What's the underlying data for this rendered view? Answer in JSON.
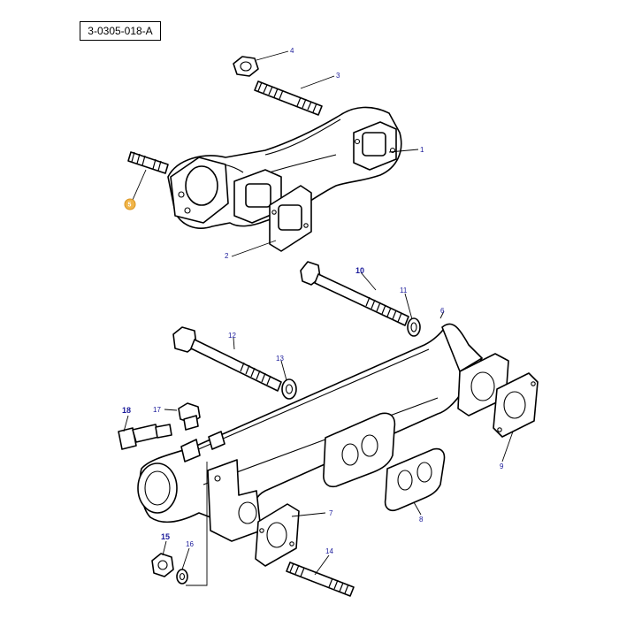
{
  "reference_code": "3-0305-018-A",
  "highlight_color": "#f0b54a",
  "label_color": "#1a1a9a",
  "callouts": {
    "p1": "1",
    "p2": "2",
    "p3": "3",
    "p4": "4",
    "p5": "5",
    "p6": "6",
    "p7": "7",
    "p8": "8",
    "p9": "9",
    "p10": "10",
    "p11": "11",
    "p12": "12",
    "p13": "13",
    "p14": "14",
    "p15": "15",
    "p16": "16",
    "p17": "17",
    "p18": "18"
  },
  "highlighted_callout": "5"
}
